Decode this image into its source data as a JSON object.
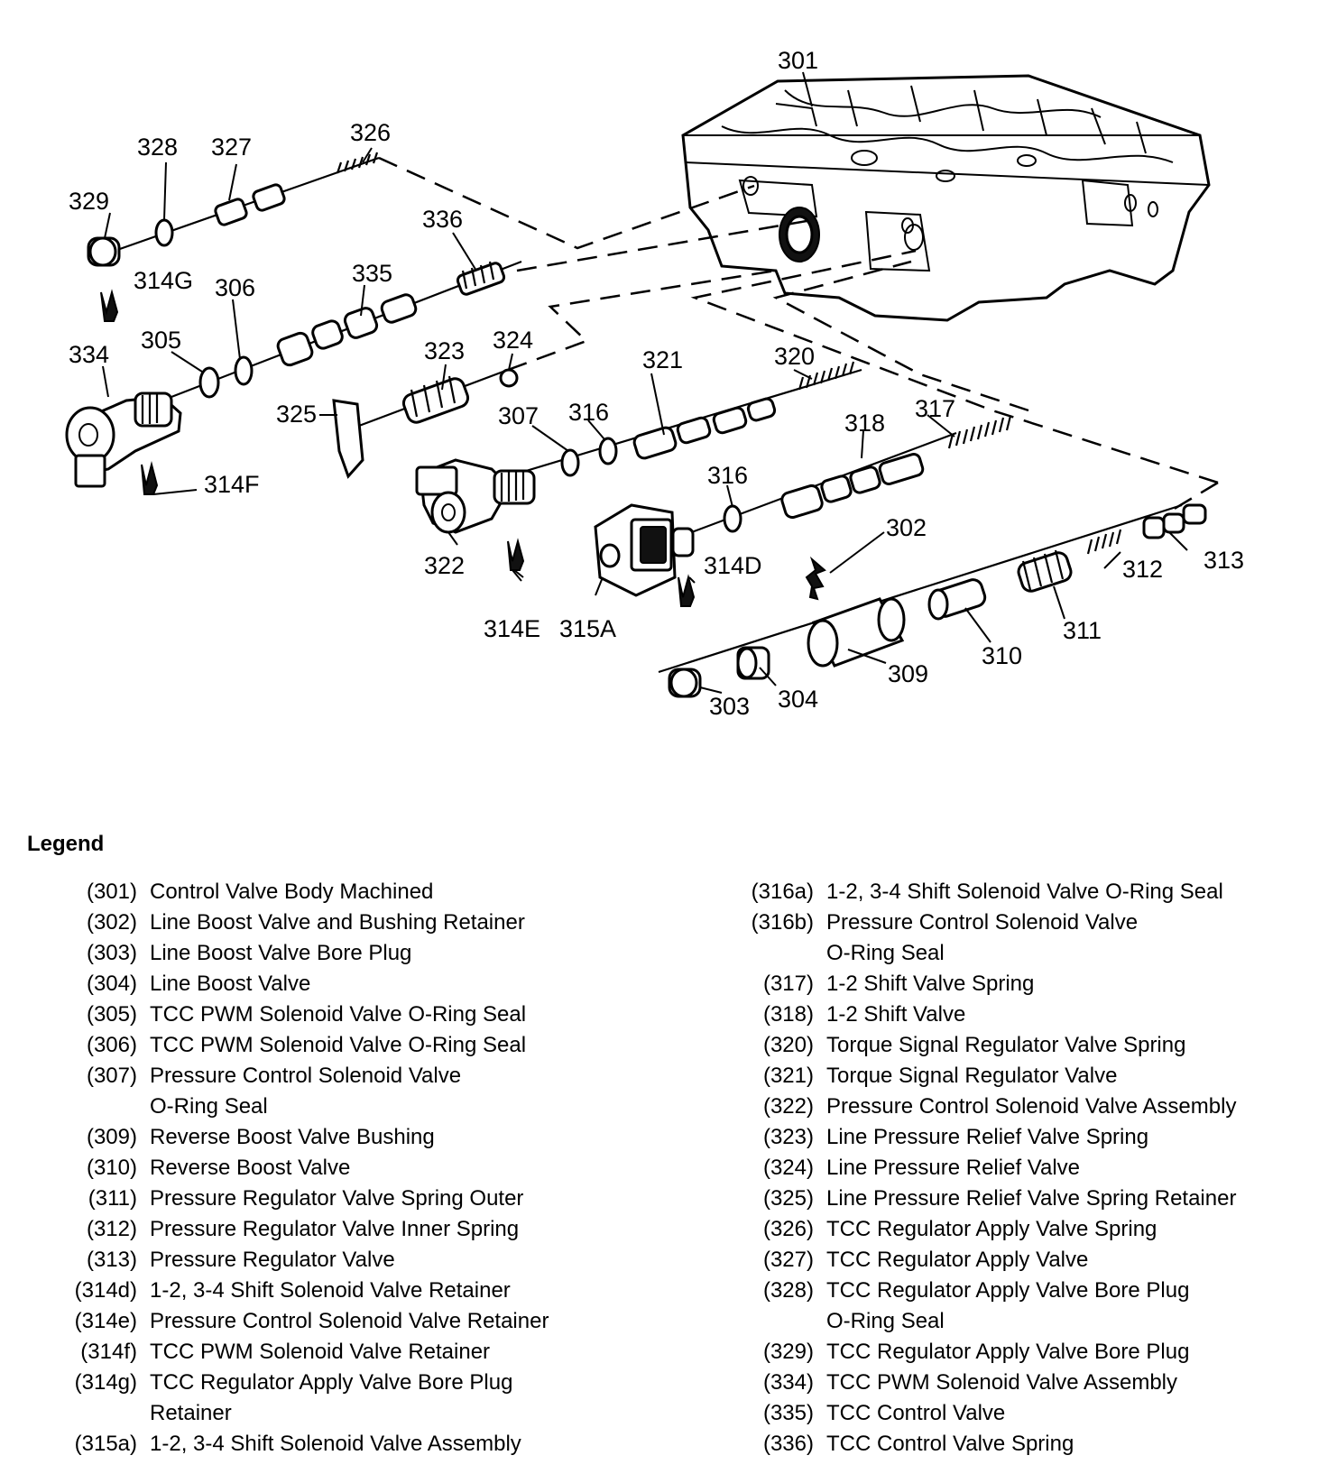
{
  "callouts": [
    {
      "id": "301",
      "text": "301"
    },
    {
      "id": "302",
      "text": "302"
    },
    {
      "id": "303",
      "text": "303"
    },
    {
      "id": "304",
      "text": "304"
    },
    {
      "id": "305",
      "text": "305"
    },
    {
      "id": "306",
      "text": "306"
    },
    {
      "id": "307",
      "text": "307"
    },
    {
      "id": "309",
      "text": "309"
    },
    {
      "id": "310",
      "text": "310"
    },
    {
      "id": "311",
      "text": "311"
    },
    {
      "id": "312",
      "text": "312"
    },
    {
      "id": "313",
      "text": "313"
    },
    {
      "id": "314D",
      "text": "314D"
    },
    {
      "id": "314E",
      "text": "314E"
    },
    {
      "id": "314F",
      "text": "314F"
    },
    {
      "id": "314G",
      "text": "314G"
    },
    {
      "id": "315A",
      "text": "315A"
    },
    {
      "id": "316a",
      "text": "316"
    },
    {
      "id": "316b",
      "text": "316"
    },
    {
      "id": "317",
      "text": "317"
    },
    {
      "id": "318",
      "text": "318"
    },
    {
      "id": "320",
      "text": "320"
    },
    {
      "id": "321",
      "text": "321"
    },
    {
      "id": "322",
      "text": "322"
    },
    {
      "id": "323",
      "text": "323"
    },
    {
      "id": "324",
      "text": "324"
    },
    {
      "id": "325",
      "text": "325"
    },
    {
      "id": "326",
      "text": "326"
    },
    {
      "id": "327",
      "text": "327"
    },
    {
      "id": "328",
      "text": "328"
    },
    {
      "id": "329",
      "text": "329"
    },
    {
      "id": "334",
      "text": "334"
    },
    {
      "id": "335",
      "text": "335"
    },
    {
      "id": "336",
      "text": "336"
    }
  ],
  "legend": {
    "title": "Legend",
    "left": [
      {
        "code": "(301)",
        "desc": "Control Valve Body Machined"
      },
      {
        "code": "(302)",
        "desc": "Line Boost Valve and Bushing Retainer"
      },
      {
        "code": "(303)",
        "desc": "Line Boost Valve Bore Plug"
      },
      {
        "code": "(304)",
        "desc": "Line Boost Valve"
      },
      {
        "code": "(305)",
        "desc": "TCC PWM Solenoid Valve O-Ring Seal"
      },
      {
        "code": "(306)",
        "desc": "TCC PWM Solenoid Valve O-Ring Seal"
      },
      {
        "code": "(307)",
        "desc": "Pressure Control Solenoid Valve",
        "desc2": "O-Ring Seal"
      },
      {
        "code": "(309)",
        "desc": "Reverse Boost Valve Bushing"
      },
      {
        "code": "(310)",
        "desc": "Reverse Boost Valve"
      },
      {
        "code": "(311)",
        "desc": "Pressure Regulator Valve Spring Outer"
      },
      {
        "code": "(312)",
        "desc": "Pressure Regulator Valve Inner Spring"
      },
      {
        "code": "(313)",
        "desc": "Pressure Regulator Valve"
      },
      {
        "code": "(314d)",
        "desc": "1-2, 3-4 Shift Solenoid Valve Retainer"
      },
      {
        "code": "(314e)",
        "desc": "Pressure Control Solenoid Valve Retainer"
      },
      {
        "code": "(314f)",
        "desc": "TCC PWM Solenoid Valve Retainer"
      },
      {
        "code": "(314g)",
        "desc": "TCC Regulator Apply Valve Bore Plug",
        "desc2": "Retainer"
      },
      {
        "code": "(315a)",
        "desc": "1-2, 3-4 Shift Solenoid Valve Assembly"
      }
    ],
    "right": [
      {
        "code": "(316a)",
        "desc": "1-2, 3-4 Shift Solenoid Valve O-Ring Seal"
      },
      {
        "code": "(316b)",
        "desc": "Pressure Control Solenoid Valve",
        "desc2": "O-Ring Seal"
      },
      {
        "code": "(317)",
        "desc": "1-2 Shift Valve Spring"
      },
      {
        "code": "(318)",
        "desc": "1-2 Shift Valve"
      },
      {
        "code": "(320)",
        "desc": "Torque Signal Regulator Valve Spring"
      },
      {
        "code": "(321)",
        "desc": "Torque Signal Regulator Valve"
      },
      {
        "code": "(322)",
        "desc": "Pressure Control Solenoid Valve Assembly"
      },
      {
        "code": "(323)",
        "desc": "Line Pressure Relief Valve Spring"
      },
      {
        "code": "(324)",
        "desc": "Line Pressure Relief Valve"
      },
      {
        "code": "(325)",
        "desc": "Line Pressure Relief Valve Spring Retainer"
      },
      {
        "code": "(326)",
        "desc": "TCC Regulator Apply Valve Spring"
      },
      {
        "code": "(327)",
        "desc": "TCC Regulator Apply Valve"
      },
      {
        "code": "(328)",
        "desc": "TCC Regulator Apply Valve Bore Plug",
        "desc2": "O-Ring Seal"
      },
      {
        "code": "(329)",
        "desc": "TCC Regulator Apply Valve Bore Plug"
      },
      {
        "code": "(334)",
        "desc": "TCC PWM Solenoid Valve Assembly"
      },
      {
        "code": "(335)",
        "desc": "TCC Control Valve"
      },
      {
        "code": "(336)",
        "desc": "TCC Control Valve Spring"
      }
    ]
  }
}
